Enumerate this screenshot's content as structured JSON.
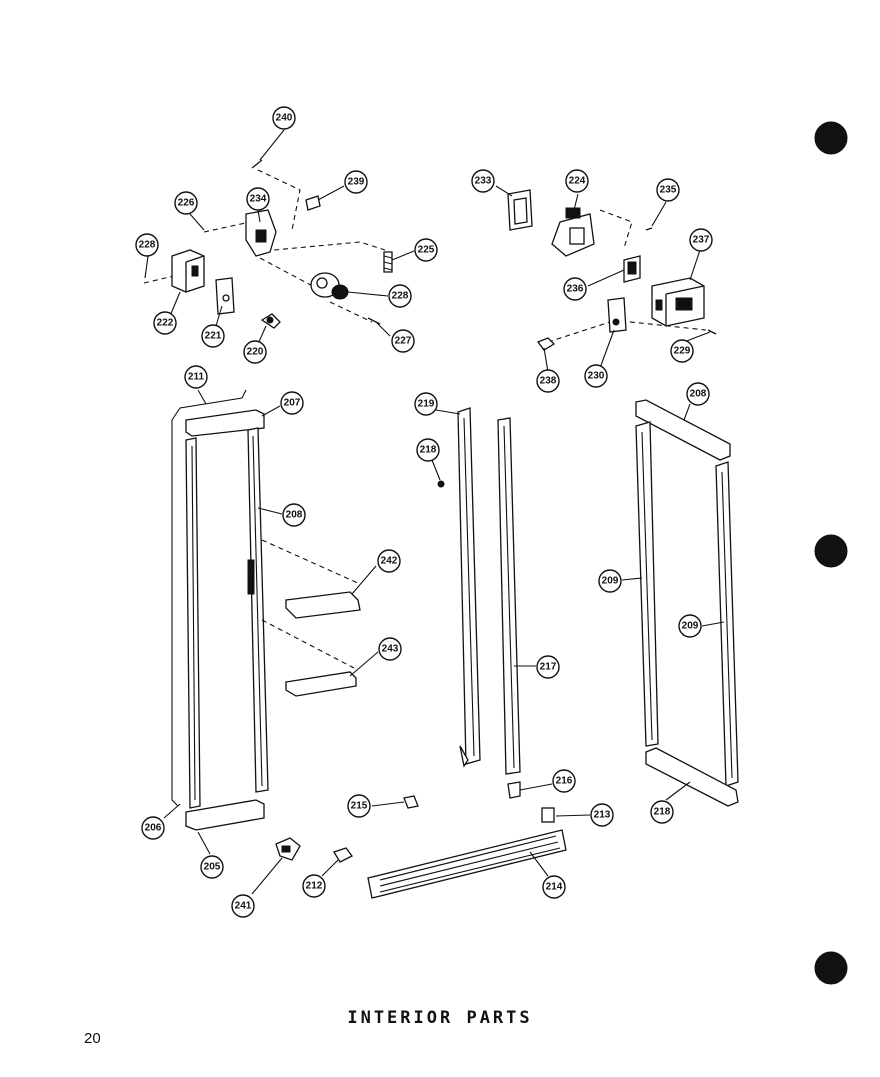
{
  "title": "INTERIOR PARTS",
  "page_number": "20",
  "callouts": [
    {
      "id": "c240",
      "label": "240"
    },
    {
      "id": "c239",
      "label": "239"
    },
    {
      "id": "c226",
      "label": "226"
    },
    {
      "id": "c234",
      "label": "234"
    },
    {
      "id": "c228a",
      "label": "228"
    },
    {
      "id": "c225",
      "label": "225"
    },
    {
      "id": "c228b",
      "label": "228"
    },
    {
      "id": "c227",
      "label": "227"
    },
    {
      "id": "c222",
      "label": "222"
    },
    {
      "id": "c221",
      "label": "221"
    },
    {
      "id": "c220",
      "label": "220"
    },
    {
      "id": "c233",
      "label": "233"
    },
    {
      "id": "c224",
      "label": "224"
    },
    {
      "id": "c235",
      "label": "235"
    },
    {
      "id": "c237",
      "label": "237"
    },
    {
      "id": "c236",
      "label": "236"
    },
    {
      "id": "c229",
      "label": "229"
    },
    {
      "id": "c238",
      "label": "238"
    },
    {
      "id": "c230",
      "label": "230"
    },
    {
      "id": "c211",
      "label": "211"
    },
    {
      "id": "c207",
      "label": "207"
    },
    {
      "id": "c208a",
      "label": "208"
    },
    {
      "id": "c242",
      "label": "242"
    },
    {
      "id": "c243",
      "label": "243"
    },
    {
      "id": "c206",
      "label": "206"
    },
    {
      "id": "c205",
      "label": "205"
    },
    {
      "id": "c241",
      "label": "241"
    },
    {
      "id": "c212",
      "label": "212"
    },
    {
      "id": "c219",
      "label": "219"
    },
    {
      "id": "c218a",
      "label": "218"
    },
    {
      "id": "c217",
      "label": "217"
    },
    {
      "id": "c216",
      "label": "216"
    },
    {
      "id": "c215",
      "label": "215"
    },
    {
      "id": "c213",
      "label": "213"
    },
    {
      "id": "c214",
      "label": "214"
    },
    {
      "id": "c209",
      "label": "209"
    },
    {
      "id": "c208b",
      "label": "208"
    },
    {
      "id": "c209b",
      "label": "209"
    },
    {
      "id": "c218b",
      "label": "218"
    }
  ]
}
